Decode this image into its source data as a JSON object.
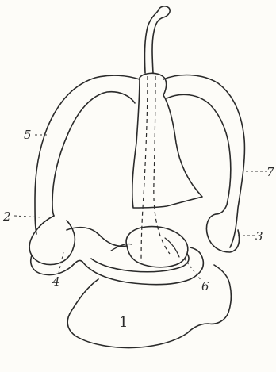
{
  "figure": {
    "labels": {
      "l1": "1",
      "l2": "2",
      "l3": "3",
      "l4": "4",
      "l5": "5",
      "l6": "6",
      "l7": "7"
    }
  }
}
